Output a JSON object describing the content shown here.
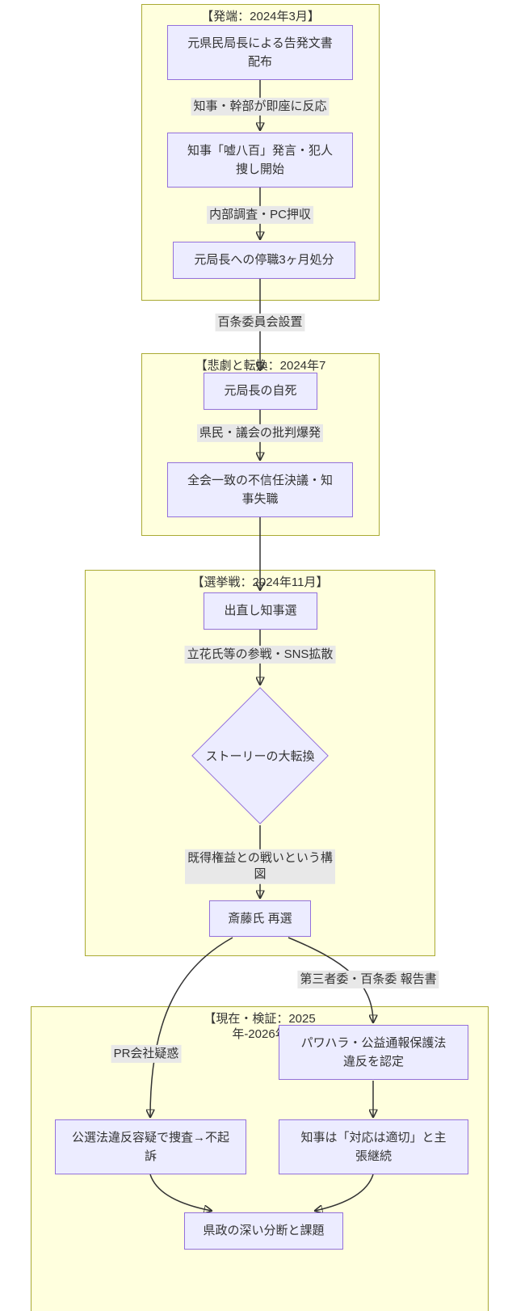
{
  "colors": {
    "cluster_bg": "#ffffde",
    "cluster_border": "#aaaa33",
    "node_bg": "#ECECFF",
    "node_border": "#9370DB",
    "edge_label_bg": "#e8e8e8",
    "arrow": "#333333"
  },
  "sections": {
    "s1": {
      "title": "【発端：2024年3月】"
    },
    "s2": {
      "title": "【悲劇と転換：2024年7"
    },
    "s3": {
      "title": "【選挙戦：2024年11月】"
    },
    "s4": {
      "title": "【現在・検証：2025\n年-2026年"
    }
  },
  "nodes": {
    "accusation": {
      "label": "元県民局長による告発文書配布"
    },
    "denial": {
      "label": "知事「嘘八百」発言・犯人捜し開始"
    },
    "suspension": {
      "label": "元局長への停職3ヶ月処分"
    },
    "death": {
      "label": "元局長の自死"
    },
    "noconfidence": {
      "label": "全会一致の不信任決議・知事失職"
    },
    "redo_election": {
      "label": "出直し知事選"
    },
    "story_turn": {
      "label": "ストーリーの大転換"
    },
    "reelected": {
      "label": "斎藤氏 再選"
    },
    "harassment_finding": {
      "label": "パワハラ・公益通報保護法違反を認定"
    },
    "law_investigation": {
      "label": "公選法違反容疑で捜査→不起訴"
    },
    "governor_claim": {
      "label": "知事は「対応は適切」と主張継続"
    },
    "division": {
      "label": "県政の深い分断と課題"
    }
  },
  "edges": {
    "immediate_reaction": {
      "label": "知事・幹部が即座に反応"
    },
    "internal_investigation": {
      "label": "内部調査・PC押収"
    },
    "hyakujo_committee": {
      "label": "百条委員会設置"
    },
    "public_criticism": {
      "label": "県民・議会の批判爆発"
    },
    "tachibana_sns": {
      "label": "立花氏等の参戦・SNS拡散"
    },
    "vested_interests": {
      "label": "既得権益との戦いという構図"
    },
    "pr_company": {
      "label": "PR会社疑惑"
    },
    "thirdparty_report": {
      "label": "第三者委・百条委 報告書"
    }
  }
}
